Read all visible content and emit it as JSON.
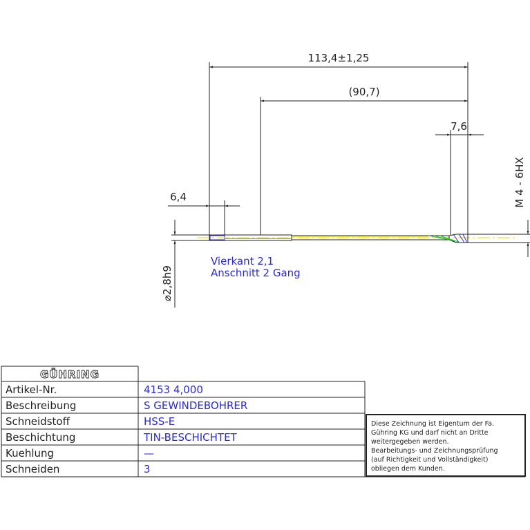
{
  "drawing": {
    "dims": {
      "overall_length": "113,4±1,25",
      "flute_length": "(90,7)",
      "tip_length": "7,6",
      "square_length": "6,4",
      "shank_diameter": "⌀2,8h9",
      "thread": "M 4 - 6HX"
    },
    "notes": {
      "line1": "Vierkant 2,1",
      "line2": "Anschnitt 2 Gang"
    }
  },
  "title_block": {
    "logo": "GÜHRING",
    "rows": [
      {
        "label": "Artikel-Nr.",
        "value": "4153 4,000"
      },
      {
        "label": "Beschreibung",
        "value": "S GEWINDEBOHRER"
      },
      {
        "label": "Schneidstoff",
        "value": "HSS-E"
      },
      {
        "label": "Beschichtung",
        "value": "TIN-BESCHICHTET"
      },
      {
        "label": "Kuehlung",
        "value": "—"
      },
      {
        "label": "Schneiden",
        "value": "3"
      }
    ]
  },
  "notice": {
    "lines": [
      "Diese Zeichnung ist Eigentum der Fa.",
      "Gühring KG und darf nicht an Dritte",
      "weitergegeben werden.",
      "Bearbeitungs- und Zeichnungsprüfung",
      "(auf Richtigkeit und Vollständigkeit)",
      "obliegen dem Kunden."
    ]
  },
  "colors": {
    "line": "#222222",
    "blue": "#2b2bd6",
    "cyan": "#00c8d8",
    "yellow": "#e8d800",
    "green": "#22bb22"
  }
}
